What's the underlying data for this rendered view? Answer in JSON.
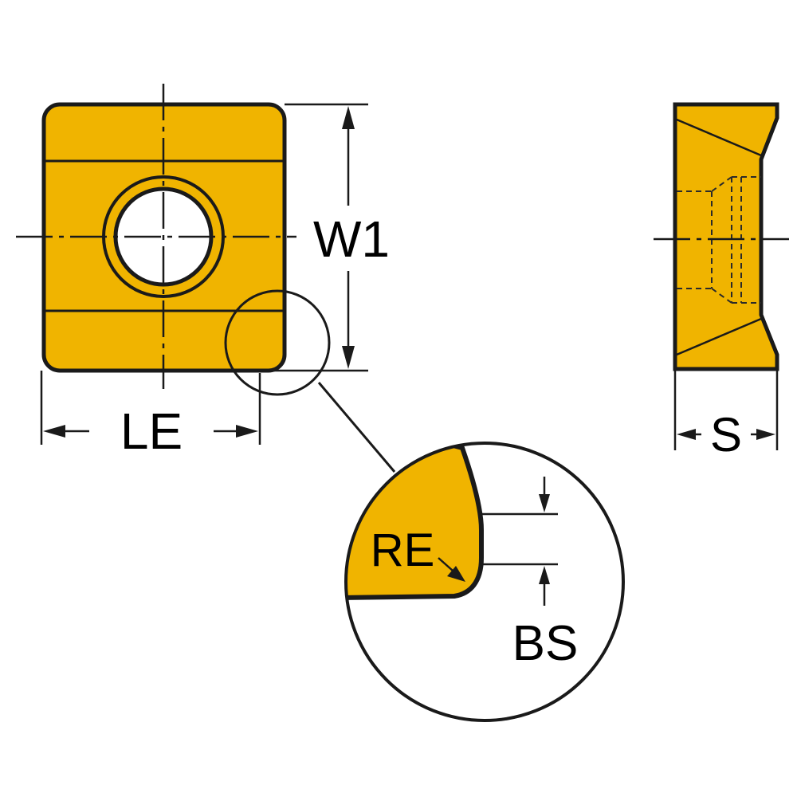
{
  "labels": {
    "w1": "W1",
    "le": "LE",
    "s": "S",
    "re": "RE",
    "bs": "BS"
  },
  "colors": {
    "insert_fill": "#f0b400",
    "outline": "#1a1a1a",
    "background": "#ffffff"
  }
}
